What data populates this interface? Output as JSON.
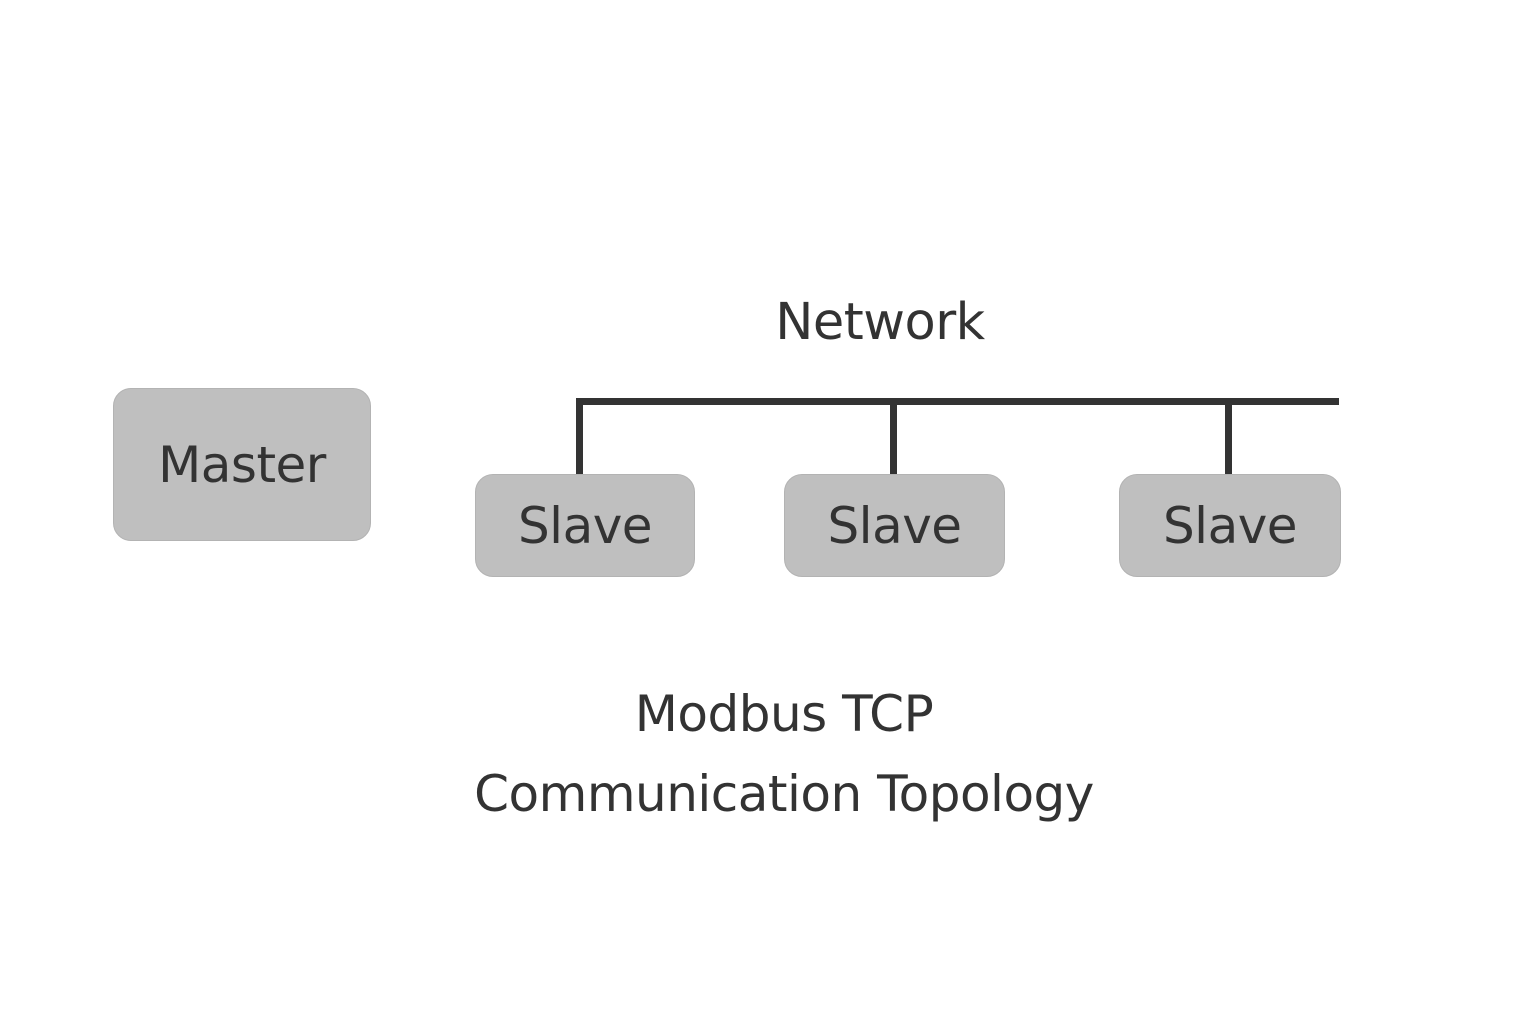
{
  "diagram": {
    "network_label": "Network",
    "master": {
      "label": "Master"
    },
    "slaves": [
      {
        "label": "Slave"
      },
      {
        "label": "Slave"
      },
      {
        "label": "Slave"
      }
    ],
    "caption": {
      "line1": "Modbus TCP",
      "line2": "Communication Topology"
    },
    "colors": {
      "node_fill": "#bfbfbf",
      "line": "#333333",
      "text": "#333333",
      "background": "#ffffff"
    }
  }
}
